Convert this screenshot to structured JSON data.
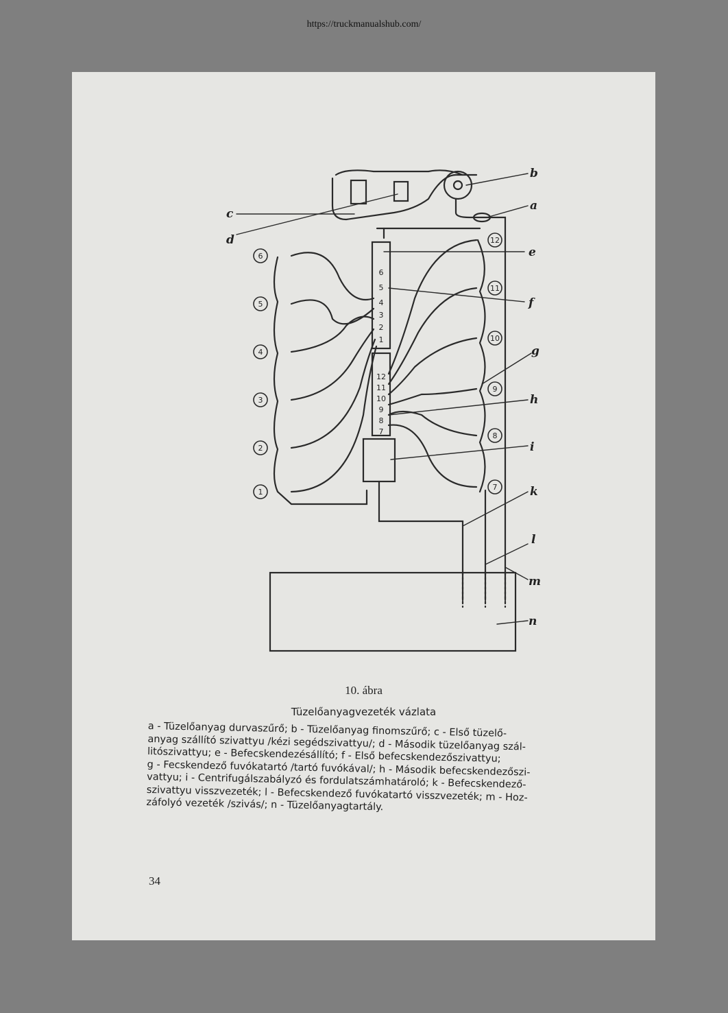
{
  "header": {
    "url": "https://truckmanualshub.com/"
  },
  "figure": {
    "labels": [
      "a",
      "b",
      "c",
      "d",
      "e",
      "f",
      "g",
      "h",
      "i",
      "k",
      "l",
      "m",
      "n"
    ],
    "injectors_left": [
      "6",
      "5",
      "4",
      "3",
      "2",
      "1"
    ],
    "injectors_right": [
      "12",
      "11",
      "10",
      "9",
      "8",
      "7"
    ],
    "pump_numbers_upper": [
      "6",
      "5",
      "4",
      "3",
      "2",
      "1"
    ],
    "pump_numbers_lower": [
      "12",
      "11",
      "10",
      "9",
      "8",
      "7"
    ],
    "title": "10. ábra",
    "subtitle": "Tüzelőanyagvezeték vázlata"
  },
  "caption": {
    "lines": [
      "a - Tüzelőanyag durvaszűrő;  b - Tüzelőanyag finomszűrő;  c - Első tüzelő-",
      "anyag szállító szivattyu /kézi segédszivattyu/;  d - Második tüzelőanyag szál-",
      "litószivattyu;  e - Befecskendezésállító;  f - Első befecskendezőszivattyu;",
      "g - Fecskendező fuvókatartó /tartó fuvókával/;  h - Második befecskendezőszi-",
      "vattyu;  i - Centrifugálszabályzó és fordulatszámhatároló; k - Befecskendező-",
      "szivattyu visszvezeték;  l - Befecskendező fuvókatartó visszvezeték;  m - Hoz-",
      "záfolyó vezeték /szivás/;  n - Tüzelőanyagtartály."
    ]
  },
  "footer": {
    "page_number": "34"
  }
}
